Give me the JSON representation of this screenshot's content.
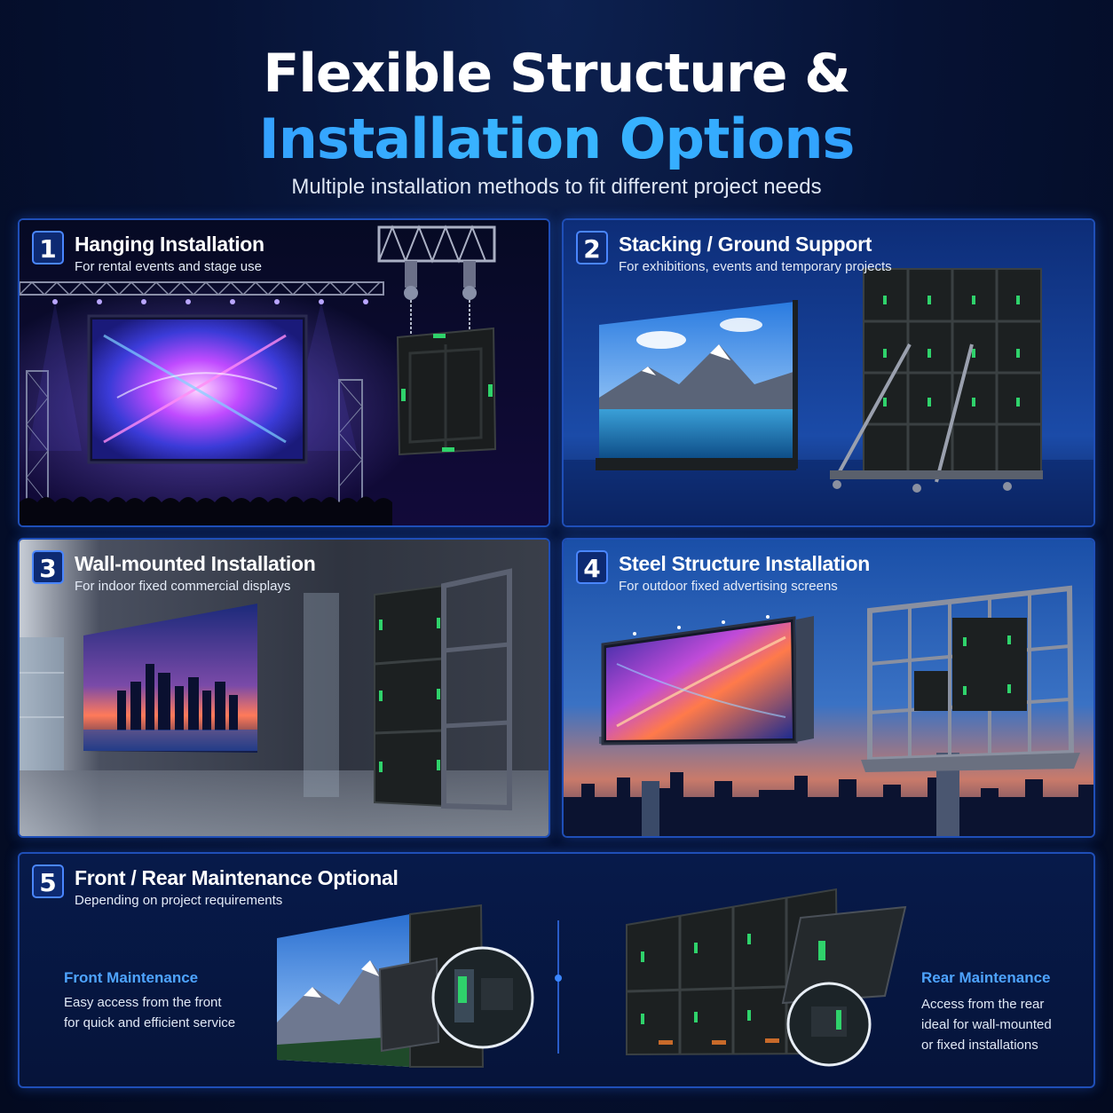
{
  "header": {
    "title_line1": "Flexible Structure &",
    "title_line2": "Installation Options",
    "subtitle": "Multiple installation methods to fit different project needs"
  },
  "options": [
    {
      "number": "1",
      "title": "Hanging Installation",
      "subtitle": "For rental events and stage use"
    },
    {
      "number": "2",
      "title": "Stacking / Ground Support",
      "subtitle": "For exhibitions, events and temporary projects"
    },
    {
      "number": "3",
      "title": "Wall-mounted Installation",
      "subtitle": "For indoor fixed commercial displays"
    },
    {
      "number": "4",
      "title": "Steel Structure Installation",
      "subtitle": "For outdoor fixed advertising screens"
    }
  ],
  "maintenance": {
    "number": "5",
    "title": "Front / Rear Maintenance Optional",
    "subtitle": "Depending on project requirements",
    "front": {
      "label": "Front Maintenance",
      "line1": "Easy access from the front",
      "line2": "for quick and efficient service"
    },
    "rear": {
      "label": "Rear Maintenance",
      "line1": "Access from the rear",
      "line2": "ideal for wall-mounted",
      "line3": "or fixed installations"
    }
  },
  "colors": {
    "accent": "#3aa6ff",
    "border": "#1f4fb8",
    "background": "#061234"
  }
}
